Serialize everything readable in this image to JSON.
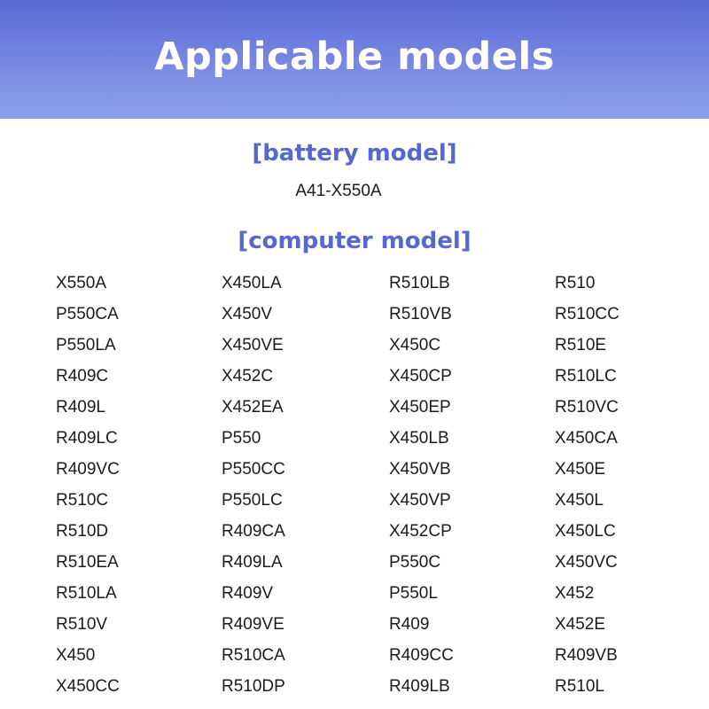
{
  "banner": {
    "title": "Applicable models"
  },
  "battery": {
    "heading": "[battery model]",
    "model": "A41-X550A"
  },
  "computer": {
    "heading": "[computer model]",
    "models": [
      "X550A",
      "X450LA",
      "R510LB",
      "R510",
      "P550CA",
      "X450V",
      "R510VB",
      "R510CC",
      "P550LA",
      "X450VE",
      "X450C",
      "R510E",
      "R409C",
      "X452C",
      "X450CP",
      "R510LC",
      "R409L",
      "X452EA",
      "X450EP",
      "R510VC",
      "R409LC",
      "P550",
      "X450LB",
      "X450CA",
      "R409VC",
      "P550CC",
      "X450VB",
      "X450E",
      "R510C",
      "P550LC",
      "X450VP",
      "X450L",
      "R510D",
      "R409CA",
      "X452CP",
      "X450LC",
      "R510EA",
      "R409LA",
      "P550C",
      "X450VC",
      "R510LA",
      "R409V",
      "P550L",
      "X452",
      "R510V",
      "R409VE",
      "R409",
      "X452E",
      "X450",
      "R510CA",
      "R409CC",
      "R409VB",
      "X450CC",
      "R510DP",
      "R409LB",
      "R510L"
    ]
  },
  "colors": {
    "banner_top": "#5b68d6",
    "banner_bottom": "#8da0ea",
    "heading": "#5468cf",
    "text": "#1c1c1c"
  }
}
